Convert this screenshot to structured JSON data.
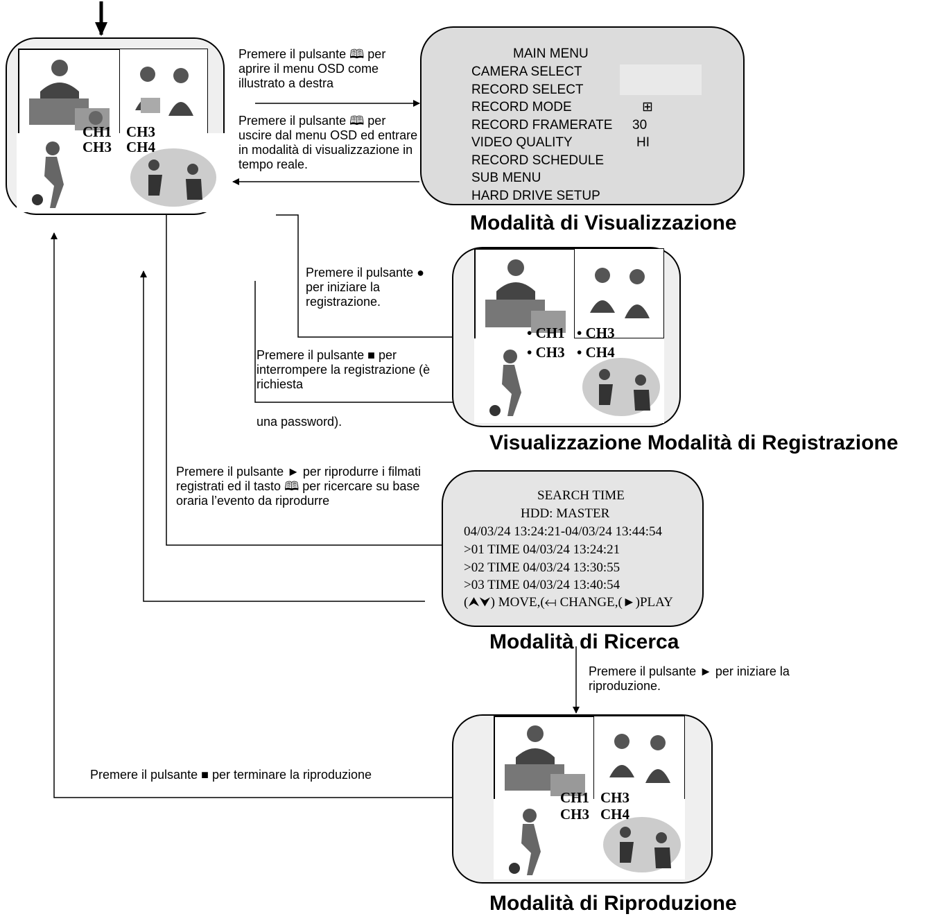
{
  "notes": {
    "open_menu": "Premere il pulsante 🕮 per aprire il menu OSD come illustrato a destra",
    "exit_menu": "Premere il pulsante 🕮 per uscire dal menu OSD ed entrare in modalità di visualizzazione in tempo reale.",
    "start_record": "Premere il pulsante ● per iniziare la registrazione.",
    "stop_record_1": "Premere il pulsante ■ per interrompere la registrazione (è richiesta",
    "stop_record_2": "una password).",
    "playback_search": "Premere il pulsante ► per riprodurre i filmati registrati ed il tasto 🕮 per ricercare su base oraria l’evento da riprodurre",
    "start_playback": "Premere il pulsante ► per iniziare la riproduzione.",
    "stop_playback": "Premere il pulsante ■ per terminare la riproduzione"
  },
  "main_menu": {
    "title": "MAIN MENU",
    "items": [
      {
        "label": "CAMERA SELECT",
        "value": ""
      },
      {
        "label": "RECORD SELECT",
        "value": ""
      },
      {
        "label": "RECORD MODE",
        "value": "⊞"
      },
      {
        "label": "RECORD FRAMERATE",
        "value": "30"
      },
      {
        "label": "VIDEO QUALITY",
        "value": "HI"
      },
      {
        "label": "RECORD SCHEDULE",
        "value": ""
      },
      {
        "label": "SUB MENU",
        "value": ""
      },
      {
        "label": "HARD DRIVE SETUP",
        "value": ""
      }
    ]
  },
  "search_menu": {
    "title": "SEARCH TIME",
    "hdd": "HDD: MASTER",
    "range": "04/03/24 13:24:21-04/03/24 13:44:54",
    "entries": [
      ">01 TIME 04/03/24 13:24:21",
      ">02 TIME 04/03/24 13:30:55",
      ">03 TIME 04/03/24 13:40:54"
    ],
    "footer": "(⮝⮟) MOVE,(↤ CHANGE,(►)PLAY"
  },
  "captions": {
    "view_mode": "Modalità di Visualizzazione",
    "record_mode": "Visualizzazione Modalità di Registrazione",
    "search_mode": "Modalità di Ricerca",
    "playback_mode": "Modalità di Riproduzione"
  },
  "screens": {
    "live": {
      "ch1": "CH1",
      "ch2": "CH3",
      "ch3": "CH3",
      "ch4": "CH4"
    },
    "record": {
      "ch1": "• CH1",
      "ch2": "• CH3",
      "ch3": "• CH3",
      "ch4": "• CH4"
    },
    "playback": {
      "ch1": "CH1",
      "ch2": "CH3",
      "ch3": "CH3",
      "ch4": "CH4"
    }
  }
}
